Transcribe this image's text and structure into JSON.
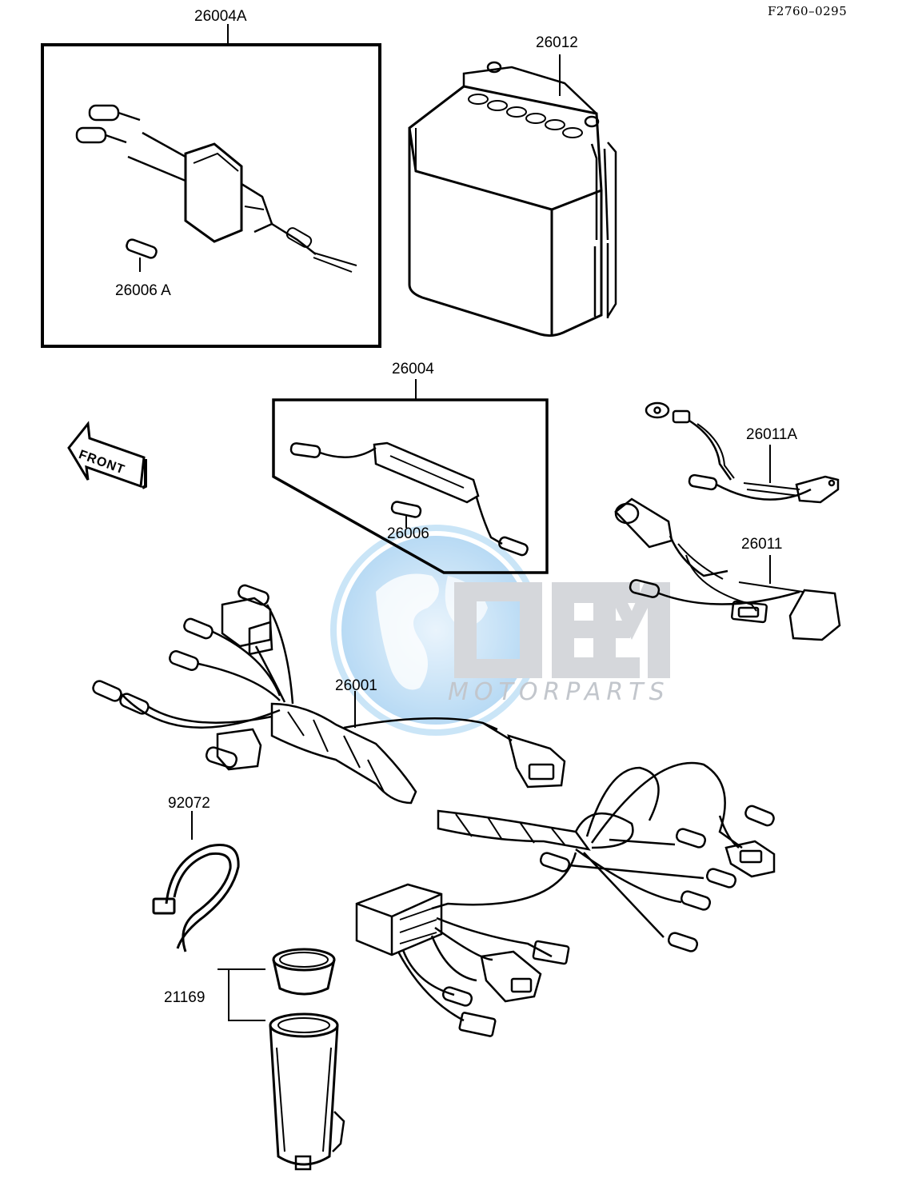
{
  "figure_code": "F2760–0295",
  "parts": {
    "p26004A": "26004A",
    "p26006A": "26006 A",
    "p26012": "26012",
    "p26004": "26004",
    "p26006": "26006",
    "p26011A": "26011A",
    "p26011": "26011",
    "p26001": "26001",
    "p92072": "92072",
    "p21169": "21169"
  },
  "front_arrow": "FRONT",
  "watermark": {
    "logo": "OEM",
    "subtitle": "MOTORPARTS",
    "colors": {
      "globe": "#5aa9e6",
      "letters": "#b4b8be"
    }
  }
}
